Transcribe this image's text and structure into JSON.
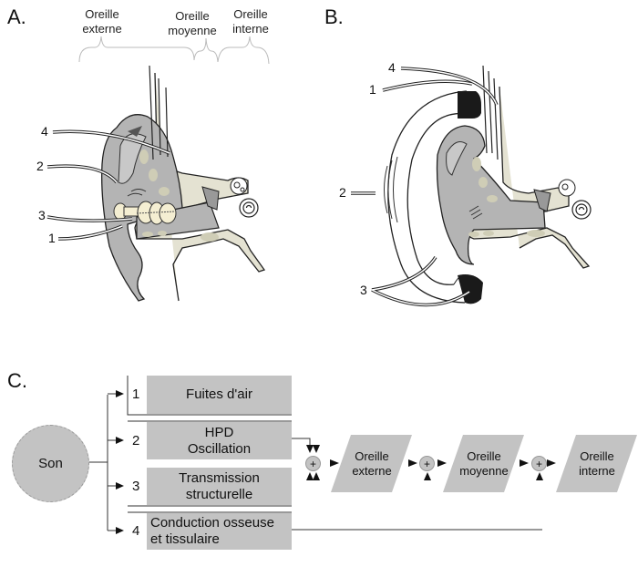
{
  "panels": {
    "a": {
      "label": "A.",
      "regions": [
        {
          "line1": "Oreille",
          "line2": "externe"
        },
        {
          "line1": "Oreille",
          "line2": "moyenne"
        },
        {
          "line1": "Oreille",
          "line2": "interne"
        }
      ],
      "callouts": [
        "4",
        "2",
        "3",
        "1"
      ]
    },
    "b": {
      "label": "B.",
      "callouts": [
        "4",
        "1",
        "2",
        "3"
      ]
    },
    "c": {
      "label": "C.",
      "source": "Son",
      "paths": [
        {
          "num": "1",
          "line1": "Fuites d'air",
          "line2": ""
        },
        {
          "num": "2",
          "line1": "HPD",
          "line2": "Oscillation"
        },
        {
          "num": "3",
          "line1": "Transmission",
          "line2": "structurelle"
        },
        {
          "num": "4",
          "line1": "Conduction osseuse",
          "line2": "et tissulaire"
        }
      ],
      "sum_symbol": "+",
      "stages": [
        {
          "line1": "Oreille",
          "line2": "externe"
        },
        {
          "line1": "Oreille",
          "line2": "moyenne"
        },
        {
          "line1": "Oreille",
          "line2": "interne"
        }
      ]
    }
  },
  "colors": {
    "box_fill": "#c3c3c3",
    "skin_gray": "#b4b4b4",
    "bone": "#e4e2d2",
    "bone_spot": "#cfcdb6",
    "earplug": "#f4eed2",
    "earmuff_cushion": "#1a1a1a"
  }
}
